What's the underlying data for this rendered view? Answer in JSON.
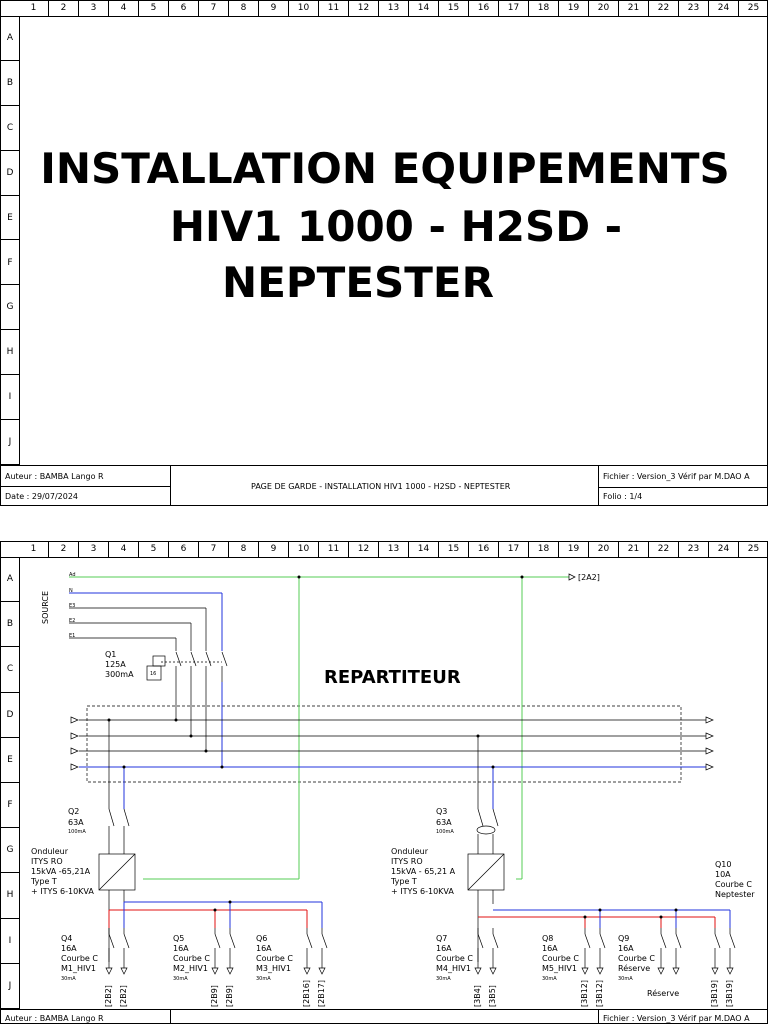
{
  "columns": [
    "1",
    "2",
    "3",
    "4",
    "5",
    "6",
    "7",
    "8",
    "9",
    "10",
    "11",
    "12",
    "13",
    "14",
    "15",
    "16",
    "17",
    "18",
    "19",
    "20",
    "21",
    "22",
    "23",
    "24",
    "25"
  ],
  "rows_page1": [
    "A",
    "B",
    "C",
    "D",
    "E",
    "F",
    "G",
    "H",
    "I",
    "J"
  ],
  "rows_page2": [
    "A",
    "B",
    "C",
    "D",
    "E",
    "F",
    "G",
    "H",
    "I",
    "J"
  ],
  "page1": {
    "title_line1": "INSTALLATION EQUIPEMENTS",
    "title_line2": "HIV1 1000 - H2SD -",
    "title_line3": "NEPTESTER",
    "titleblock": {
      "author": "Auteur : BAMBA Lango R",
      "date": "Date : 29/07/2024",
      "page_title": "PAGE DE GARDE - INSTALLATION HIV1 1000 - H2SD - NEPTESTER",
      "file": "Fichier : Version_3 Vérif par M.DAO A",
      "folio": "Folio : 1/4"
    }
  },
  "page2": {
    "source_label": "SOURCE",
    "phase_labels": [
      "Ad",
      "N",
      "E3",
      "E2",
      "E1"
    ],
    "ref_label": "[2A2]",
    "repartiteur": "REPARTITEUR",
    "q1": {
      "name": "Q1",
      "rating": "125A",
      "sensitivity": "300mA",
      "badge": "16"
    },
    "q2": {
      "name": "Q2",
      "rating": "63A",
      "small": "100mA"
    },
    "q3": {
      "name": "Q3",
      "rating": "63A",
      "small": "100mA"
    },
    "onduleur_left": [
      "Onduleur",
      "ITYS RO",
      "15kVA -65,21A",
      "Type T",
      "+ ITYS 6-10KVA"
    ],
    "onduleur_right": [
      "Onduleur",
      "ITYS RO",
      "15kVA - 65,21 A",
      "Type T",
      "+ ITYS 6-10KVA"
    ],
    "q4": [
      "Q4",
      "16A",
      "Courbe C",
      "M1_HIV1"
    ],
    "q5": [
      "Q5",
      "16A",
      "Courbe C",
      "M2_HIV1"
    ],
    "q6": [
      "Q6",
      "16A",
      "Courbe C",
      "M3_HIV1"
    ],
    "q7": [
      "Q7",
      "16A",
      "Courbe C",
      "M4_HIV1"
    ],
    "q8": [
      "Q8",
      "16A",
      "Courbe C",
      "M5_HIV1"
    ],
    "q9": [
      "Q9",
      "16A",
      "Courbe C",
      "Réserve"
    ],
    "q10": [
      "Q10",
      "10A",
      "Courbe C",
      "Neptester"
    ],
    "reserve_label": "Réserve",
    "ma30": "30mA",
    "refs": [
      "[2B2]",
      "[2B2]",
      "[2B9]",
      "[2B9]",
      "[2B16]",
      "[2B17]",
      "[3B4]",
      "[3B5]",
      "[3B12]",
      "[3B12]",
      "[3B19]",
      "[3B19]"
    ],
    "titleblock": {
      "author": "Auteur : BAMBA Lango R",
      "file": "Fichier : Version_3 Vérif par M.DAO A"
    }
  },
  "colors": {
    "green": "#55cc55",
    "blue": "#2233dd",
    "red": "#e01010",
    "black": "#000000"
  }
}
